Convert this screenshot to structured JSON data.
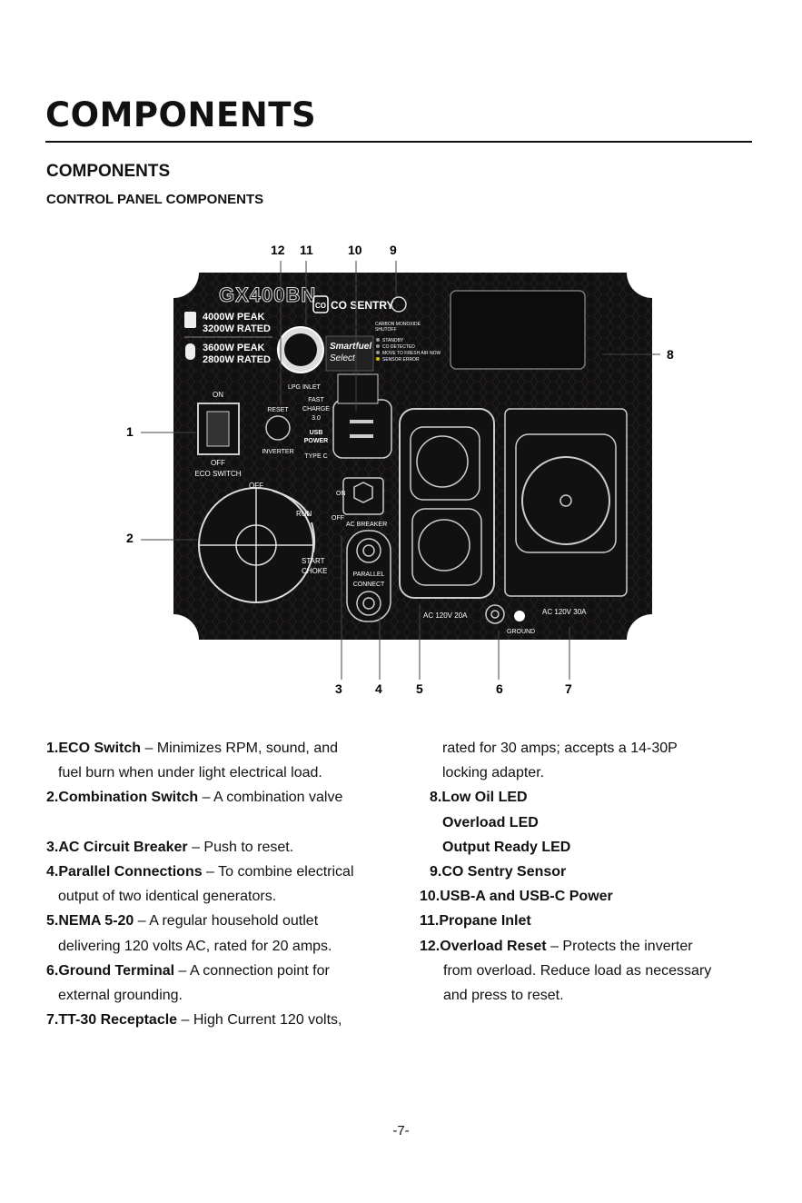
{
  "heading": {
    "title": "COMPONENTS",
    "section": "COMPONENTS",
    "subsection": "CONTROL PANEL COMPONENTS"
  },
  "callouts": [
    "1",
    "2",
    "3",
    "4",
    "5",
    "6",
    "7",
    "8",
    "9",
    "10",
    "11",
    "12"
  ],
  "panel": {
    "model": "GX400BN",
    "gas_peak": "4000W PEAK",
    "gas_rated": "3200W RATED",
    "lp_peak": "3600W PEAK",
    "lp_rated": "2800W RATED",
    "co_sentry": "CO SENTRY",
    "co_shutoff_1": "CARBON MONOXIDE",
    "co_shutoff_2": "SHUTOFF",
    "led_standby": "STANDBY",
    "led_co_detected": "CO DETECTED",
    "led_fresh_air": "MOVE TO FRESH AIR NOW",
    "led_sensor_error": "SENSOR ERROR",
    "smartfuel_1": "Smartfuel",
    "smartfuel_2": "Select",
    "lpg_inlet": "LPG INLET",
    "eco_on": "ON",
    "eco_off": "OFF",
    "eco_switch": "ECO SWITCH",
    "reset": "RESET",
    "inverter": "INVERTER",
    "fast_charge_1": "FAST",
    "fast_charge_2": "CHARGE",
    "fast_charge_3": "3.0",
    "usb_power_1": "USB",
    "usb_power_2": "POWER",
    "type_c": "TYPE C",
    "dial_off": "OFF",
    "dial_run": "RUN",
    "dial_start": "START",
    "dial_choke": "CHOKE",
    "breaker_off": "OFF",
    "breaker_on": "ON",
    "ac_breaker": "AC BREAKER",
    "parallel_1": "PARALLEL",
    "parallel_2": "CONNECT",
    "ac_20a": "AC 120V 20A",
    "ac_30a": "AC 120V 30A",
    "ground": "GROUND"
  },
  "descriptions": {
    "left": [
      {
        "bold": "1.ECO Switch",
        "text": " – Minimizes RPM, sound, and"
      },
      {
        "bold": "",
        "text": "fuel burn when under light electrical load.",
        "indent": true
      },
      {
        "bold": "2.Combination Switch",
        "text": " – A combination valve"
      },
      {
        "bold": "",
        "text": "",
        "indent": true
      },
      {
        "bold": "3.AC Circuit Breaker",
        "text": " – Push to reset."
      },
      {
        "bold": "4.Parallel Connections",
        "text": " – To combine electrical"
      },
      {
        "bold": "",
        "text": "output of two identical generators.",
        "indent": true
      },
      {
        "bold": "5.NEMA 5-20",
        "text": " – A regular household outlet"
      },
      {
        "bold": "",
        "text": "delivering 120 volts AC, rated for 20 amps.",
        "indent": true
      },
      {
        "bold": "6.Ground Terminal",
        "text": " – A connection point for"
      },
      {
        "bold": "",
        "text": "external grounding.",
        "indent": true
      },
      {
        "bold": "7.TT-30 Receptacle",
        "text": " – High Current 120 volts,"
      }
    ],
    "right": [
      {
        "bold": "",
        "text": "rated for 30 amps; accepts a 14-30P"
      },
      {
        "bold": "",
        "text": "locking adapter."
      },
      {
        "bold": "8.Low Oil LED",
        "text": "",
        "pad": "num"
      },
      {
        "bold": "Overload LED",
        "text": ""
      },
      {
        "bold": "Output Ready LED",
        "text": ""
      },
      {
        "bold": "9.CO Sentry Sensor",
        "text": "",
        "pad": "num"
      },
      {
        "bold": "10.USB-A and USB-C Power",
        "text": "",
        "pad": "wide"
      },
      {
        "bold": "11.Propane Inlet",
        "text": "",
        "pad": "wide"
      },
      {
        "bold": "12.Overload Reset",
        "text": " – Protects the inverter",
        "pad": "wide"
      },
      {
        "bold": "",
        "text": "from overload. Reduce load as necessary",
        "pad": "hang"
      },
      {
        "bold": "",
        "text": "and press to reset.",
        "pad": "hang"
      }
    ]
  },
  "page_number": "-7-"
}
